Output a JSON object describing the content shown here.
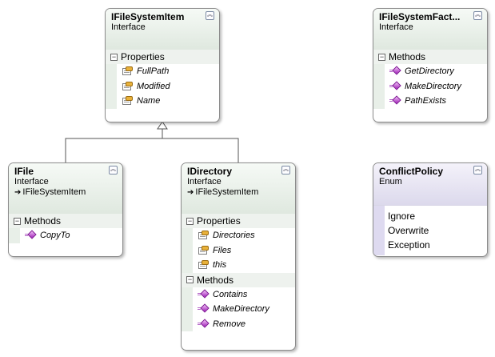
{
  "shapes": {
    "ifilesystemitem": {
      "title": "IFileSystemItem",
      "stereotype": "Interface",
      "sections": [
        {
          "label": "Properties",
          "members": [
            "FullPath",
            "Modified",
            "Name"
          ]
        }
      ]
    },
    "ifilesystemfactory": {
      "title": "IFileSystemFact...",
      "stereotype": "Interface",
      "sections": [
        {
          "label": "Methods",
          "members": [
            "GetDirectory",
            "MakeDirectory",
            "PathExists"
          ]
        }
      ]
    },
    "ifile": {
      "title": "IFile",
      "stereotype": "Interface",
      "inherits": "IFileSystemItem",
      "sections": [
        {
          "label": "Methods",
          "members": [
            "CopyTo"
          ]
        }
      ]
    },
    "idirectory": {
      "title": "IDirectory",
      "stereotype": "Interface",
      "inherits": "IFileSystemItem",
      "sections": [
        {
          "label": "Properties",
          "members": [
            "Directories",
            "Files",
            "this"
          ]
        },
        {
          "label": "Methods",
          "members": [
            "Contains",
            "MakeDirectory",
            "Remove"
          ]
        }
      ]
    },
    "conflictpolicy": {
      "title": "ConflictPolicy",
      "stereotype": "Enum",
      "values": [
        "Ignore",
        "Overwrite",
        "Exception"
      ]
    }
  },
  "glyphs": {
    "collapse": "︽",
    "inherit_arrow": "➔",
    "section_toggle": "−"
  },
  "colors": {
    "interface_header": "#dfe8df",
    "enum_header": "#dcd9ec",
    "method_icon": "#a020b8",
    "property_icon": "#e8b13a",
    "connector": "#555555"
  }
}
